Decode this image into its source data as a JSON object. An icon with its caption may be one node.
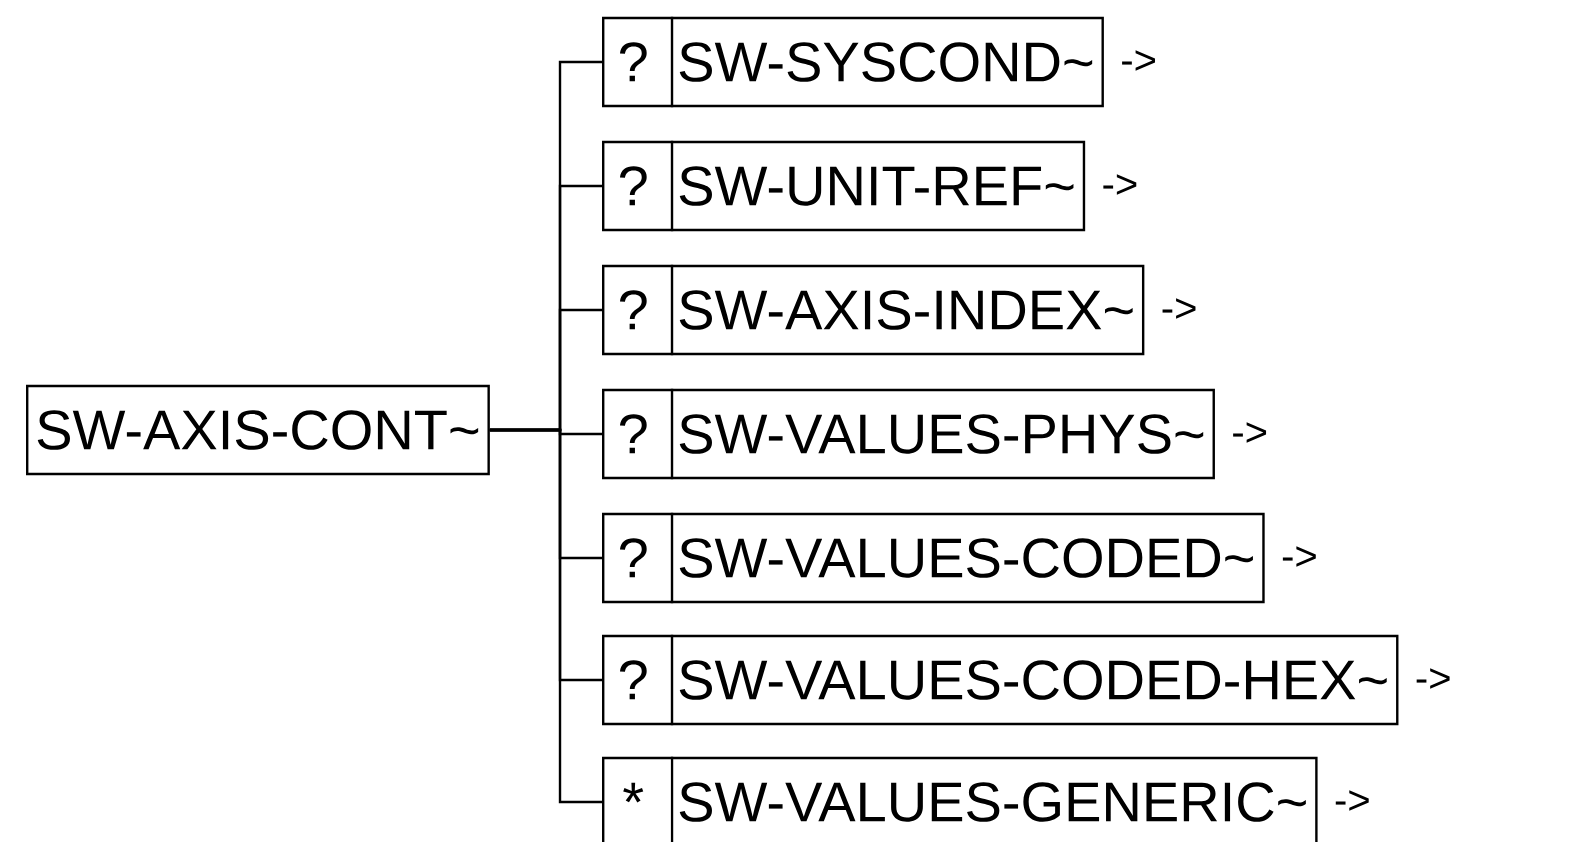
{
  "diagram": {
    "nodes": [
      {
        "text": [
          "SW-AXIS-CONT~"
        ]
      },
      {
        "text": [
          "?",
          "SW-SYSCOND~"
        ],
        "beside": [
          "->"
        ]
      },
      {
        "text": [
          "?",
          "SW-UNIT-REF~"
        ],
        "beside": [
          "->"
        ]
      },
      {
        "text": [
          "?",
          "SW-AXIS-INDEX~"
        ],
        "beside": [
          "->"
        ]
      },
      {
        "text": [
          "?",
          "SW-VALUES-PHYS~"
        ],
        "beside": [
          "->"
        ]
      },
      {
        "text": [
          "?",
          "SW-VALUES-CODED~"
        ],
        "beside": [
          "->"
        ]
      },
      {
        "text": [
          "?",
          "SW-VALUES-CODED-HEX~"
        ],
        "beside": [
          "->"
        ]
      },
      {
        "text": [
          "*",
          "SW-VALUES-GENERIC~"
        ],
        "beside": [
          "->"
        ]
      }
    ],
    "edges": [
      {
        "from": 0,
        "to": 1,
        "arrow": "none"
      },
      {
        "from": 0,
        "to": 2,
        "arrow": "none"
      },
      {
        "from": 0,
        "to": 3,
        "arrow": "none"
      },
      {
        "from": 0,
        "to": 4,
        "arrow": "none"
      },
      {
        "from": 0,
        "to": 5,
        "arrow": "none"
      },
      {
        "from": 0,
        "to": 6,
        "arrow": "none"
      },
      {
        "from": 0,
        "to": 7,
        "arrow": "none"
      }
    ]
  }
}
